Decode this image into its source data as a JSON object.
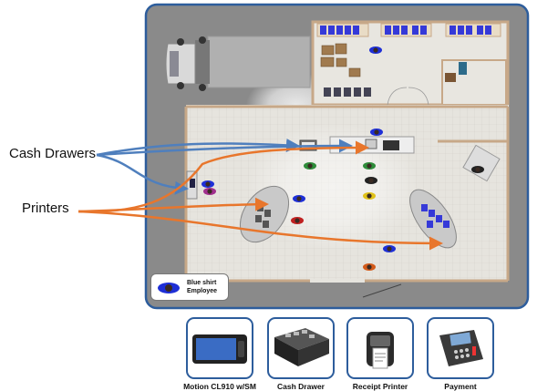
{
  "callouts": {
    "cash_drawers": "Cash Drawers",
    "printers": "Printers"
  },
  "legend": {
    "line1": "Blue shirt",
    "line2": "Employee",
    "icon": "employee-icon"
  },
  "devices": [
    {
      "label": "Motion CL910 w/SM",
      "icon": "tablet-icon"
    },
    {
      "label": "Cash Drawer",
      "icon": "cash-drawer-icon"
    },
    {
      "label": "Receipt Printer",
      "icon": "receipt-printer-icon"
    },
    {
      "label": "Payment",
      "icon": "payment-terminal-icon"
    }
  ],
  "colors": {
    "frame": "#2d5d9c",
    "floor": "#e5e3dd",
    "wall": "#c7a888",
    "cash_arrow": "#4f7fbd",
    "printer_arrow": "#e8762c"
  }
}
